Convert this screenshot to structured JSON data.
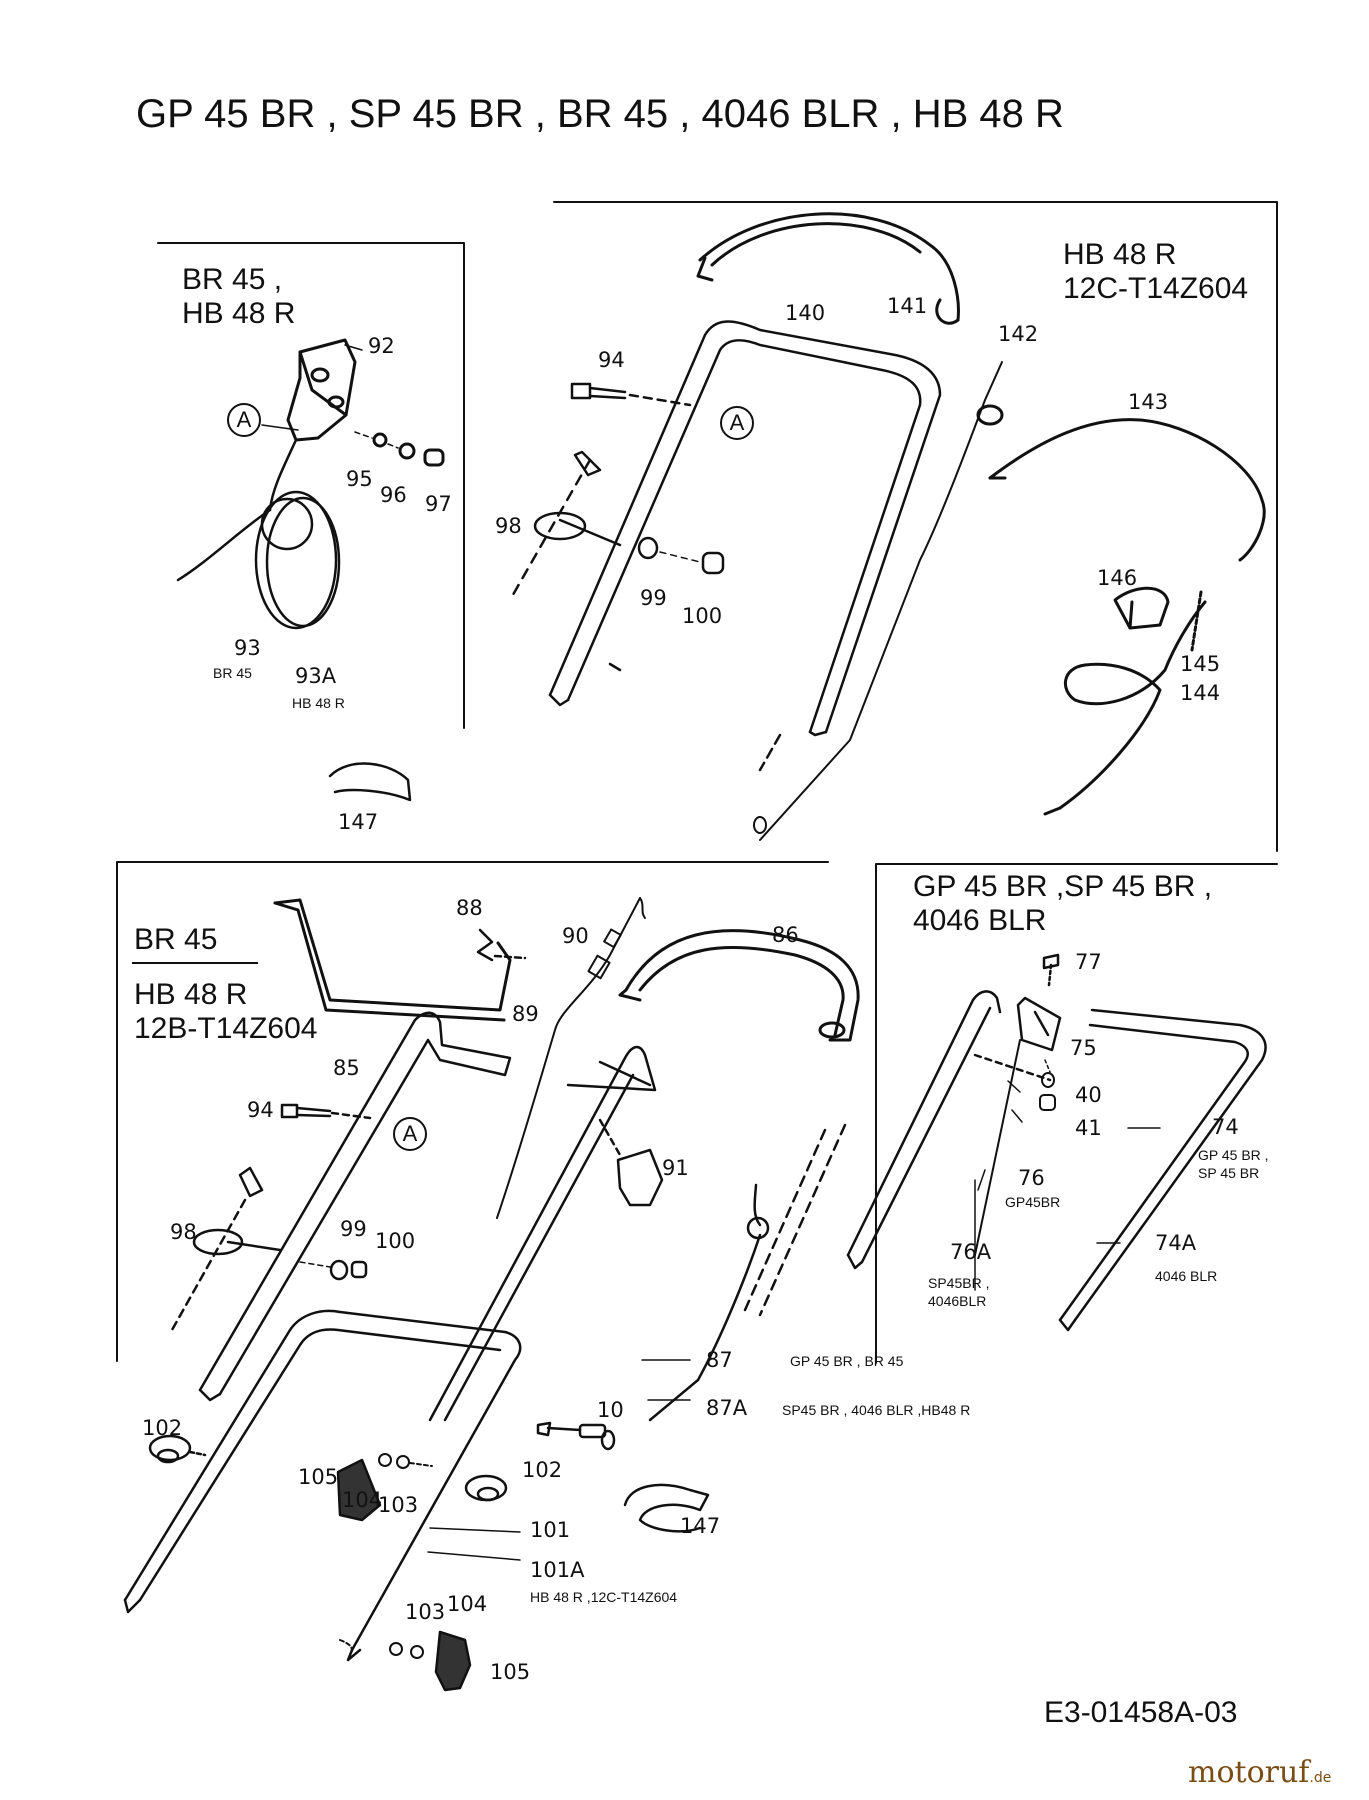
{
  "title": "GP 45 BR , SP 45 BR , BR 45 , 4046 BLR , HB 48 R",
  "boxes": {
    "br45_hb48r": {
      "heading_line1": "BR 45 ,",
      "heading_line2": "HB 48 R"
    },
    "hb48r_12c": {
      "heading_line1": "HB 48 R",
      "heading_line2": "12C-T14Z604"
    },
    "br45_12b": {
      "heading_line1": "BR 45",
      "heading_line2": "HB 48 R",
      "heading_line3": "12B-T14Z604"
    },
    "gp45br": {
      "heading_line1": "GP 45 BR ,SP 45 BR ,",
      "heading_line2": "4046 BLR"
    }
  },
  "callout_letter": "A",
  "parts": {
    "p92": "92",
    "p95": "95",
    "p96": "96",
    "p97": "97",
    "p93": "93",
    "p93A": "93A",
    "p140": "140",
    "p141": "141",
    "p142": "142",
    "p94a": "94",
    "p143": "143",
    "p98a": "98",
    "p99a": "99",
    "p100a": "100",
    "p146": "146",
    "p145": "145",
    "p144": "144",
    "p147a": "147",
    "p88": "88",
    "p90": "90",
    "p86": "86",
    "p89": "89",
    "p85": "85",
    "p94b": "94",
    "p91": "91",
    "p98b": "98",
    "p99b": "99",
    "p100b": "100",
    "p87": "87",
    "p87A": "87A",
    "p10": "10",
    "p102a": "102",
    "p102b": "102",
    "p105a": "105",
    "p104a": "104",
    "p103a": "103",
    "p147b": "147",
    "p101": "101",
    "p101A": "101A",
    "p103b": "103",
    "p104b": "104",
    "p105b": "105",
    "p77": "77",
    "p75": "75",
    "p40": "40",
    "p41": "41",
    "p74": "74",
    "p76": "76",
    "p76A": "76A",
    "p74A": "74A"
  },
  "notes": {
    "n93": "BR 45",
    "n93A": "HB 48 R",
    "n87": "GP 45 BR , BR 45",
    "n87A": "SP45 BR , 4046 BLR ,HB48 R",
    "n101A": "HB 48 R  ,12C-T14Z604",
    "n74_l1": "GP 45 BR ,",
    "n74_l2": "SP 45 BR",
    "n76": "GP45BR",
    "n76A_l1": "SP45BR ,",
    "n76A_l2": "4046BLR",
    "n74A": "4046 BLR"
  },
  "diagram_code": "E3-01458A-03",
  "watermark": {
    "brand": "motoruf",
    "tld": ".de"
  }
}
